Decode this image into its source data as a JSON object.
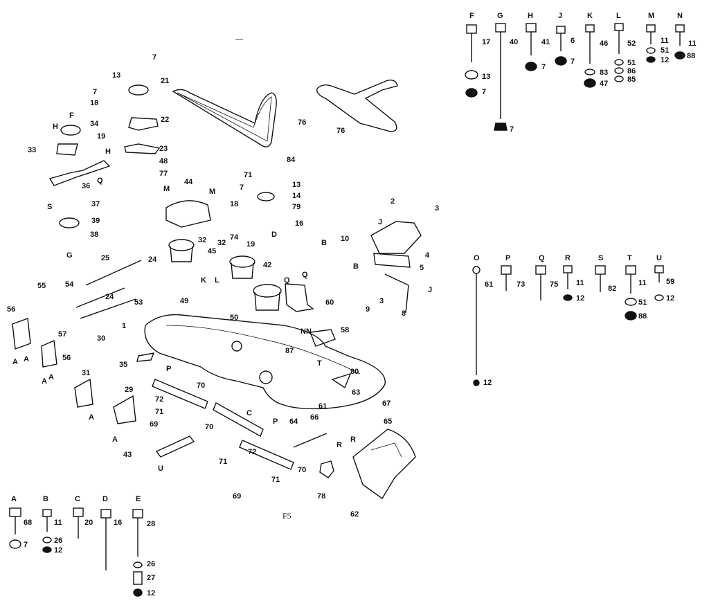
{
  "figure": {
    "caption": "F5",
    "top_mark": "—"
  },
  "hardware_groups": [
    {
      "letter": "F",
      "parts": [
        "17",
        "13",
        "7"
      ]
    },
    {
      "letter": "G",
      "parts": [
        "40",
        "7"
      ]
    },
    {
      "letter": "H",
      "parts": [
        "41",
        "7"
      ]
    },
    {
      "letter": "J",
      "parts": [
        "6",
        "7"
      ]
    },
    {
      "letter": "K",
      "parts": [
        "46",
        "83",
        "47"
      ]
    },
    {
      "letter": "L",
      "parts": [
        "52",
        "51",
        "86",
        "85"
      ]
    },
    {
      "letter": "M",
      "parts": [
        "11",
        "51",
        "12"
      ]
    },
    {
      "letter": "N",
      "parts": [
        "11",
        "88"
      ]
    },
    {
      "letter": "O",
      "parts": [
        "61",
        "12"
      ]
    },
    {
      "letter": "P",
      "parts": [
        "73"
      ]
    },
    {
      "letter": "Q",
      "parts": [
        "75"
      ]
    },
    {
      "letter": "R",
      "parts": [
        "11",
        "12"
      ]
    },
    {
      "letter": "S",
      "parts": [
        "82"
      ]
    },
    {
      "letter": "T",
      "parts": [
        "11",
        "51",
        "88"
      ]
    },
    {
      "letter": "U",
      "parts": [
        "59",
        "12"
      ]
    },
    {
      "letter": "A",
      "parts": [
        "68",
        "7"
      ]
    },
    {
      "letter": "B",
      "parts": [
        "11",
        "26",
        "12"
      ]
    },
    {
      "letter": "C",
      "parts": [
        "20"
      ]
    },
    {
      "letter": "D",
      "parts": [
        "16"
      ]
    },
    {
      "letter": "E",
      "parts": [
        "28",
        "26",
        "27",
        "12"
      ]
    }
  ],
  "callouts": [
    "7",
    "13",
    "21",
    "7",
    "18",
    "34",
    "19",
    "22",
    "33",
    "23",
    "48",
    "77",
    "36",
    "37",
    "39",
    "38",
    "76",
    "76",
    "84",
    "71",
    "7",
    "13",
    "14",
    "18",
    "79",
    "16",
    "74",
    "19",
    "44",
    "32",
    "32",
    "45",
    "42",
    "2",
    "3",
    "10",
    "5",
    "4",
    "9",
    "3",
    "8",
    "60",
    "24",
    "25",
    "55",
    "54",
    "24",
    "53",
    "56",
    "57",
    "30",
    "1",
    "49",
    "50",
    "58",
    "87",
    "35",
    "56",
    "31",
    "29",
    "70",
    "72",
    "71",
    "69",
    "70",
    "80",
    "63",
    "61",
    "67",
    "65",
    "64",
    "66",
    "43",
    "71",
    "72",
    "70",
    "71",
    "69",
    "78",
    "62"
  ],
  "callout_letters": [
    "F",
    "H",
    "H",
    "Q",
    "S",
    "G",
    "M",
    "M",
    "K",
    "L",
    "D",
    "B",
    "B",
    "J",
    "J",
    "Q",
    "Q",
    "NN",
    "T",
    "A",
    "A",
    "A",
    "A",
    "A",
    "A",
    "P",
    "P",
    "C",
    "R",
    "R",
    "U",
    "Q"
  ]
}
